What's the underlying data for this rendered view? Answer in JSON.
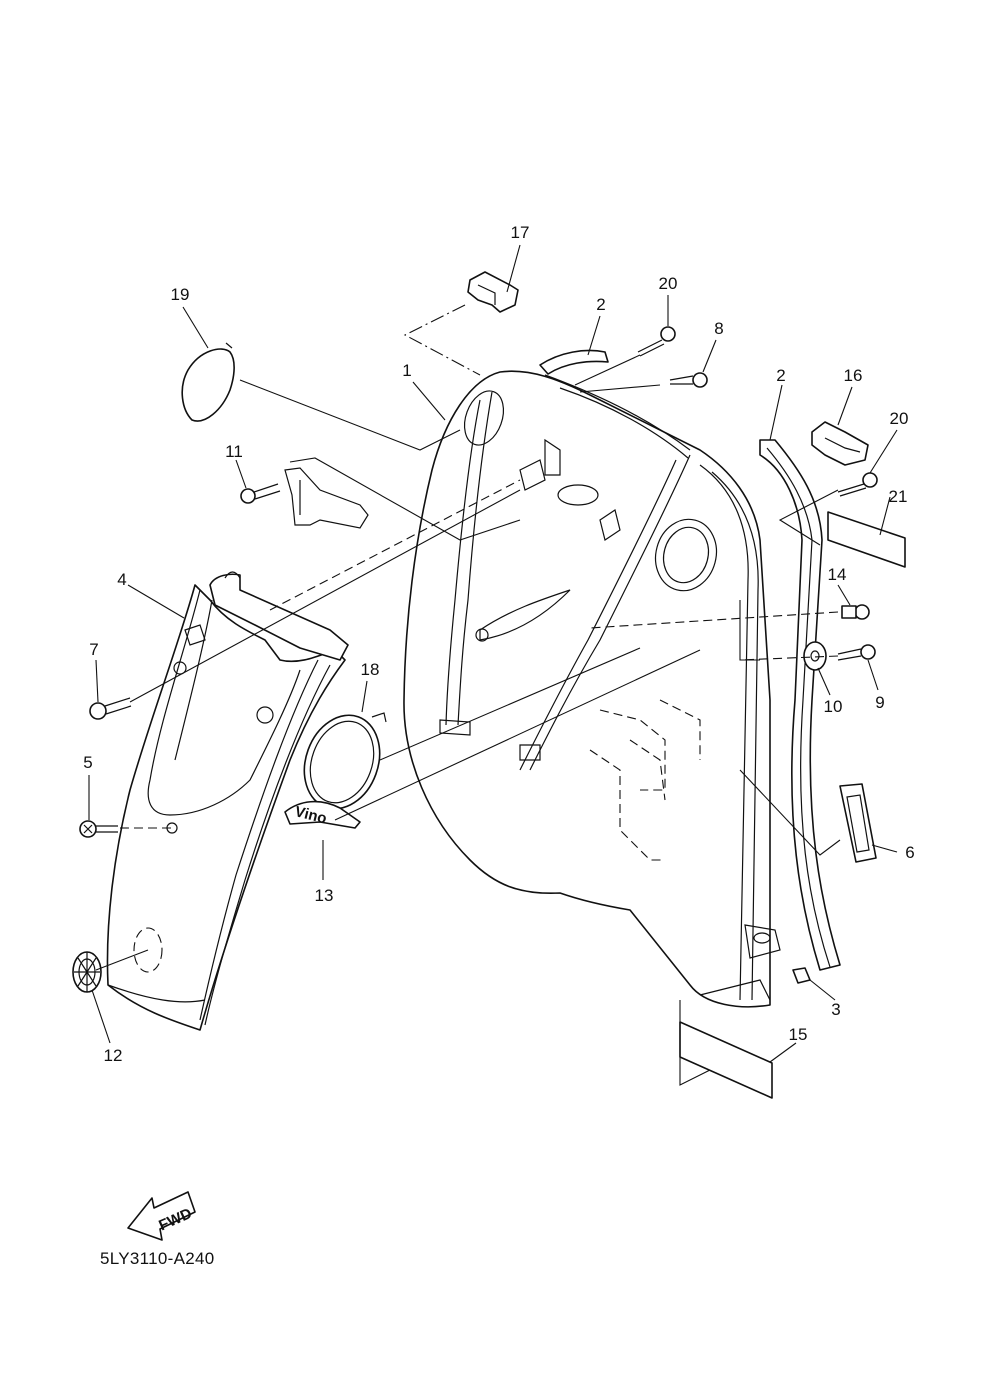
{
  "diagram_code": "5LY3110-A240",
  "direction_badge": "FWD",
  "emblem_text": "Vino",
  "callouts": [
    {
      "id": "c1",
      "label": "1"
    },
    {
      "id": "c2a",
      "label": "2"
    },
    {
      "id": "c2b",
      "label": "2"
    },
    {
      "id": "c3",
      "label": "3"
    },
    {
      "id": "c4",
      "label": "4"
    },
    {
      "id": "c5",
      "label": "5"
    },
    {
      "id": "c6",
      "label": "6"
    },
    {
      "id": "c7",
      "label": "7"
    },
    {
      "id": "c8",
      "label": "8"
    },
    {
      "id": "c9",
      "label": "9"
    },
    {
      "id": "c10",
      "label": "10"
    },
    {
      "id": "c11",
      "label": "11"
    },
    {
      "id": "c12",
      "label": "12"
    },
    {
      "id": "c13",
      "label": "13"
    },
    {
      "id": "c14",
      "label": "14"
    },
    {
      "id": "c15",
      "label": "15"
    },
    {
      "id": "c16",
      "label": "16"
    },
    {
      "id": "c17",
      "label": "17"
    },
    {
      "id": "c18",
      "label": "18"
    },
    {
      "id": "c19",
      "label": "19"
    },
    {
      "id": "c20a",
      "label": "20"
    },
    {
      "id": "c20b",
      "label": "20"
    },
    {
      "id": "c21",
      "label": "21"
    }
  ]
}
